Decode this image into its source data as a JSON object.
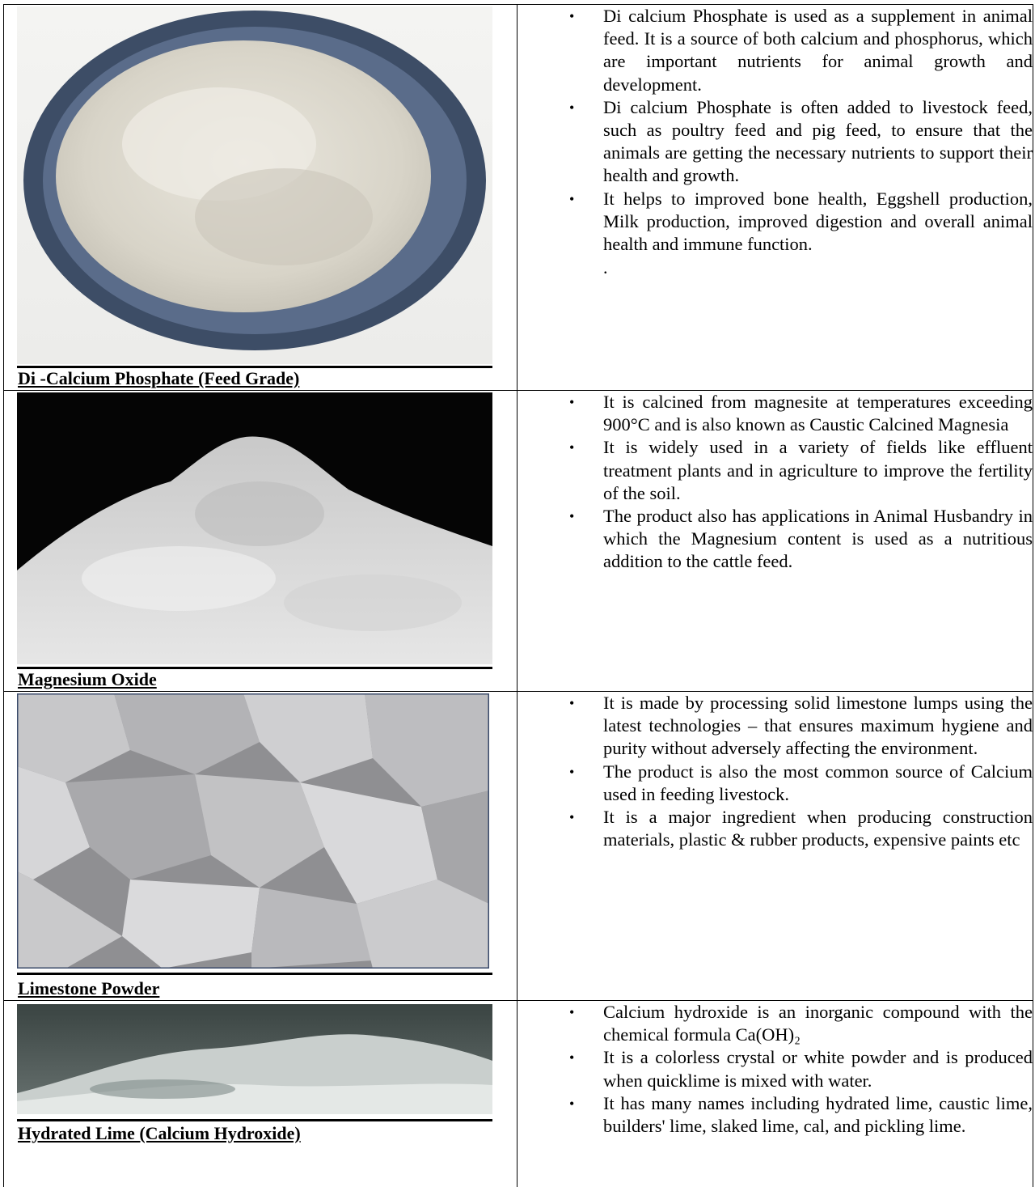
{
  "rows": [
    {
      "caption": "Di -Calcium Phosphate (Feed Grade)",
      "points": [
        "Di calcium Phosphate is used as a supplement in animal feed. It is a source of both calcium and phosphorus, which are important nutrients for animal growth and development.",
        "Di calcium Phosphate is often added to livestock feed, such as poultry feed and pig feed, to ensure that the animals are getting the necessary nutrients to support their health and growth.",
        "It helps to improved bone health, Eggshell production, Milk production, improved digestion and overall animal health and immune function."
      ],
      "trailing": "."
    },
    {
      "caption": "Magnesium Oxide",
      "points": [
        "It is calcined from magnesite at temperatures exceeding 900°C and is also known as Caustic Calcined Magnesia",
        "It is widely used in a variety of fields like effluent treatment plants and in agriculture to improve the fertility of the soil.",
        "The product also has applications in Animal Husbandry in which the Magnesium content is used as a nutritious addition to the cattle feed."
      ]
    },
    {
      "caption": "Limestone Powder",
      "points": [
        "It is made by processing solid limestone lumps using the latest technologies – that ensures maximum hygiene and purity without adversely affecting the environment.",
        "The product is also the most common source of Calcium used in feeding livestock.",
        "It is a major ingredient when producing construction materials, plastic & rubber products, expensive paints etc"
      ]
    },
    {
      "caption": "Hydrated Lime (Calcium Hydroxide)",
      "points": [
        "Calcium hydroxide is an inorganic compound with the chemical formula Ca(OH)₂",
        "It is a colorless crystal or white powder and is produced when quicklime is mixed with water.",
        "It has many names including hydrated lime, caustic lime, builders' lime, slaked lime, cal, and pickling lime."
      ]
    }
  ]
}
